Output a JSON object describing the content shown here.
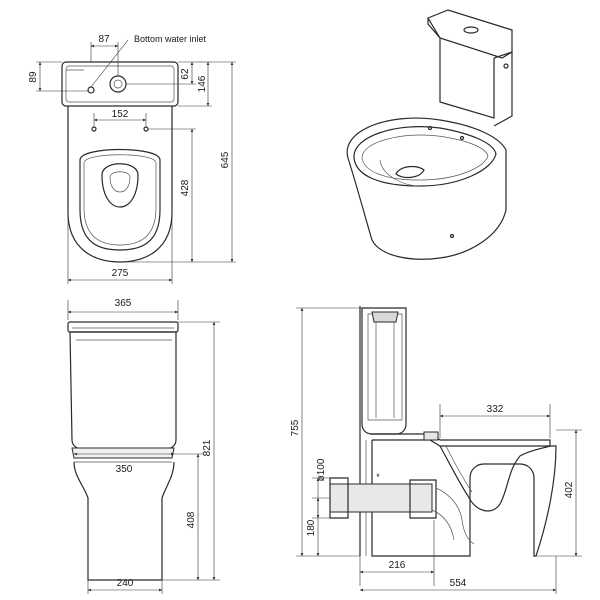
{
  "annotations": {
    "bottom_water_inlet": "Bottom water inlet",
    "star": "*"
  },
  "top_view": {
    "dim_inlet_offset": "87",
    "dim_tank_depth_left": "89",
    "dim_inlet_center": "62",
    "dim_tank_depth_right": "146",
    "dim_fixing_spacing": "152",
    "dim_overall_depth": "645",
    "dim_bowl_depth": "428",
    "dim_bowl_width": "275"
  },
  "front_view": {
    "dim_tank_width": "365",
    "dim_overall_height": "821",
    "dim_tank_base_width": "350",
    "dim_pan_height": "408",
    "dim_base_width": "240"
  },
  "side_view": {
    "dim_seat_length": "332",
    "dim_overall_height": "755",
    "dim_outlet_diameter": "ø100",
    "dim_rim_height": "402",
    "dim_outlet_height": "180",
    "dim_outlet_setout": "216",
    "dim_overall_projection": "554"
  }
}
